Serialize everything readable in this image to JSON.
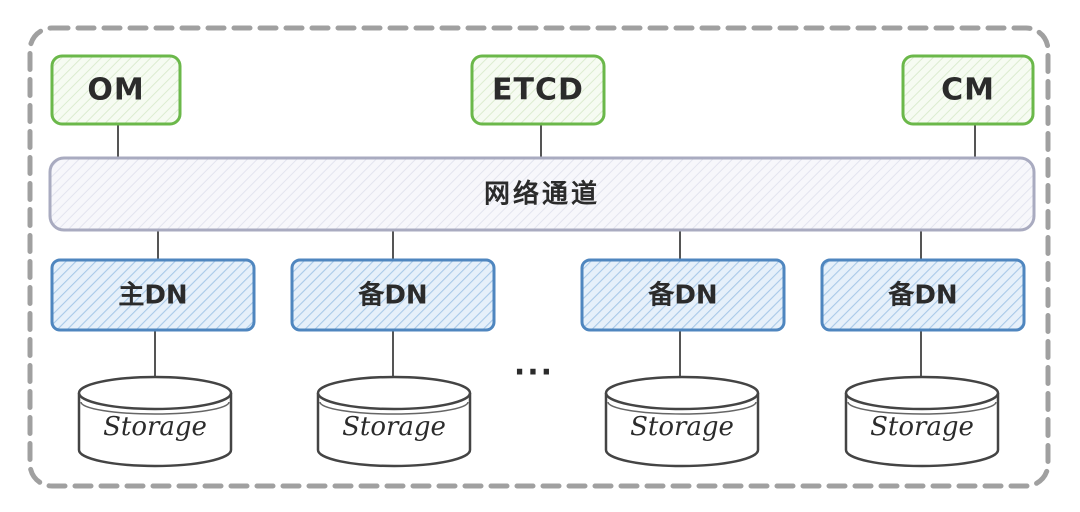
{
  "diagram": {
    "top_nodes": [
      {
        "id": "om",
        "label": "OM"
      },
      {
        "id": "etcd",
        "label": "ETCD"
      },
      {
        "id": "cm",
        "label": "CM"
      }
    ],
    "network": {
      "label": "网络通道"
    },
    "dn_nodes": [
      {
        "id": "dn1",
        "label": "主DN",
        "storage": "Storage"
      },
      {
        "id": "dn2",
        "label": "备DN",
        "storage": "Storage"
      },
      {
        "id": "dn3",
        "label": "备DN",
        "storage": "Storage"
      },
      {
        "id": "dn4",
        "label": "备DN",
        "storage": "Storage"
      }
    ],
    "ellipsis": "...",
    "colors": {
      "top_stroke": "#6bb84a",
      "top_fill": "#eef6e8",
      "dn_stroke": "#4f86bf",
      "dn_fill": "#d7e8f6",
      "net_stroke": "#a9abc0",
      "net_fill": "#f0f1f7",
      "frame": "#a0a0a0",
      "line": "#555555"
    }
  }
}
